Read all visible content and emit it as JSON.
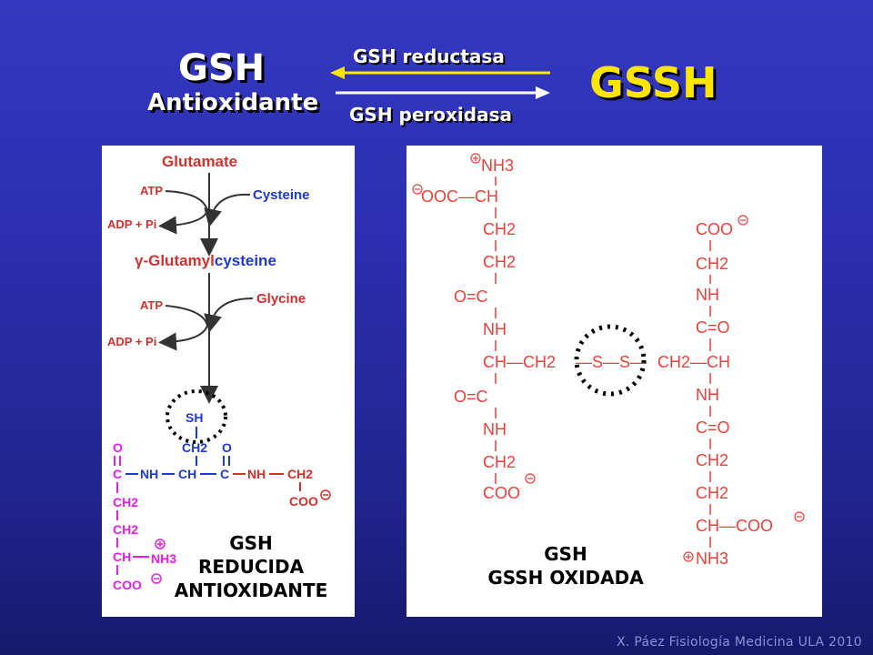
{
  "header": {
    "gsh": "GSH",
    "antioxidante": "Antioxidante",
    "gssh": "GSSH",
    "enzyme_top": "GSH reductasa",
    "enzyme_bottom": "GSH peroxidasa"
  },
  "left_panel": {
    "glutamate": "Glutamate",
    "atp1": "ATP",
    "cysteine": "Cysteine",
    "adp1": "ADP + Pi",
    "gamma_glutamyl": "γ-Glutamyl",
    "glutamyl_cysteine": "cysteine",
    "atp2": "ATP",
    "glycine": "Glycine",
    "adp2": "ADP + Pi",
    "sh": "SH",
    "ch2_side": "CH2",
    "o_left": "O",
    "o_mid": "O",
    "backbone": [
      "C",
      "NH",
      "CH",
      "C",
      "NH",
      "CH2"
    ],
    "coo_right": "COO",
    "glu_chain": [
      "CH2",
      "CH2",
      "CH",
      "NH3",
      "COO"
    ],
    "label": [
      "GSH",
      "REDUCIDA",
      "ANTIOXIDANTE"
    ]
  },
  "right_panel": {
    "label": [
      "GSH",
      "GSSH OXIDADA"
    ],
    "left_chain": {
      "nh3": "NH3",
      "ooc_ch": "OOC—CH",
      "ch2a": "CH2",
      "ch2b": "CH2",
      "oc1": "O=C",
      "nh1": "NH",
      "ch": "CH—CH2",
      "oc2": "O=C",
      "nh2": "NH",
      "ch2c": "CH2",
      "coo": "COO"
    },
    "disulfide": "—S—S—",
    "right_chain": {
      "coo_top": "COO",
      "ch2a": "CH2",
      "nh1": "NH",
      "co1": "C=O",
      "ch": "CH2—CH",
      "nh2": "NH",
      "co2": "C=O",
      "ch2b": "CH2",
      "ch2c": "CH2",
      "ch_coo": "CH—COO",
      "nh3": "NH3"
    }
  },
  "footer": "X. Páez Fisiología Medicina ULA 2010",
  "colors": {
    "pathway_red": "#d0312d",
    "pathway_blue": "#1f3ad1",
    "glutamate_magenta": "#e61ee6",
    "arrow_yellow": "#ffe600",
    "structure_red": "#e8403a"
  }
}
